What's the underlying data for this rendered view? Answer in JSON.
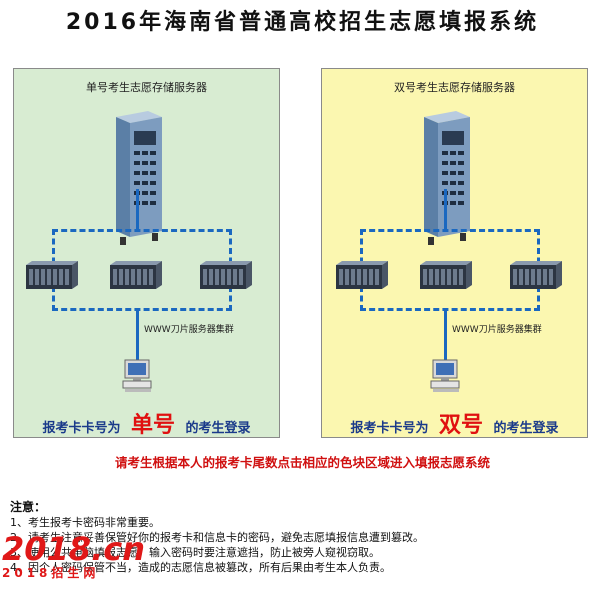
{
  "page": {
    "title": "2016年海南省普通高校招生志愿填报系统"
  },
  "panels": {
    "odd": {
      "header": "单号考生志愿存储服务器",
      "cluster_label": "WWW刀片服务器集群",
      "login_prefix": "报考卡卡号为",
      "login_key": "单号",
      "login_suffix": "的考生登录",
      "color": "#d8ecd2"
    },
    "even": {
      "header": "双号考生志愿存储服务器",
      "cluster_label": "WWW刀片服务器集群",
      "login_prefix": "报考卡卡号为",
      "login_key": "双号",
      "login_suffix": "的考生登录",
      "color": "#fbf7b0"
    }
  },
  "instruction": "请考生根据本人的报考卡尾数点击相应的色块区域进入填报志愿系统",
  "notes": {
    "heading": "注意：",
    "items": [
      "1、考生报考卡密码非常重要。",
      "2、请考生注意妥善保管好你的报考卡和信息卡的密码，避免志愿填报信息遭到篡改。",
      "3、使用公共电脑填报志愿，输入密码时要注意遮挡，防止被旁人窥视窃取。",
      "4、因个人密码保管不当，造成的志愿信息被篡改，所有后果由考生本人负责。"
    ]
  },
  "watermark": {
    "logo": "2018.cn",
    "caption": "2018招生网"
  },
  "icons": [
    "tower-server-icon",
    "blade-server-icon",
    "desktop-computer-icon"
  ]
}
